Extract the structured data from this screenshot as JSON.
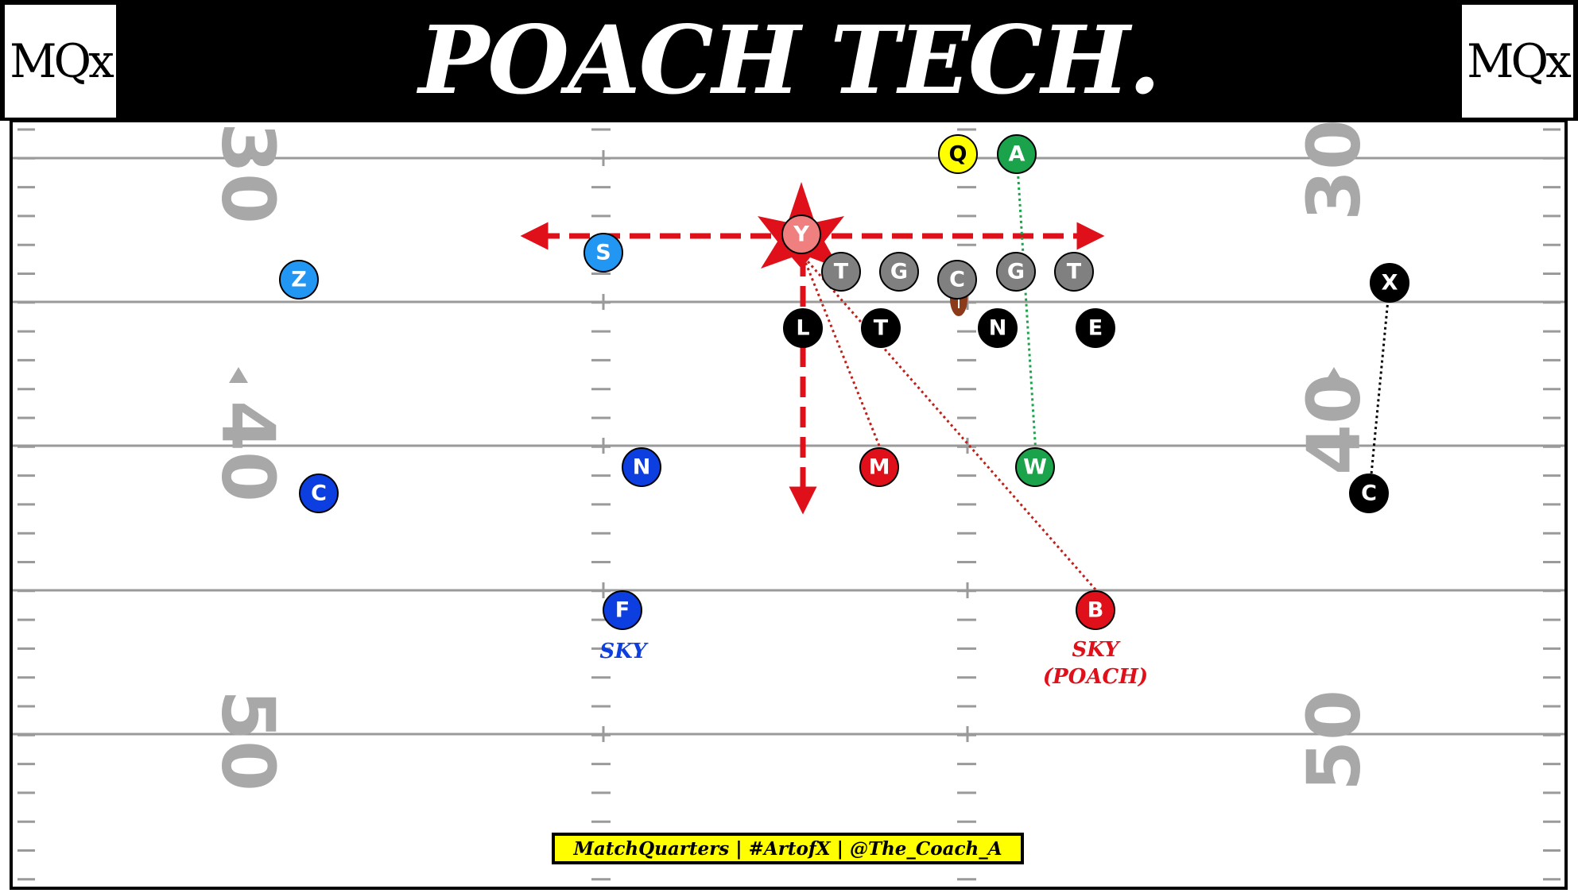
{
  "header": {
    "title": "POACH TECH.",
    "logo_left": "MQx",
    "logo_right": "MQx"
  },
  "field": {
    "yard_numbers": {
      "left": [
        "30",
        "40",
        "50"
      ],
      "right": [
        "30",
        "40",
        "50"
      ]
    }
  },
  "players": [
    {
      "id": "q",
      "label": "Q",
      "fill": "#ffff00",
      "text_color": "#000000"
    },
    {
      "id": "a",
      "label": "A",
      "fill": "#1aa34a",
      "text_color": "#ffffff"
    },
    {
      "id": "y",
      "label": "Y",
      "fill": "#f08080",
      "text_color": "#ffffff"
    },
    {
      "id": "s",
      "label": "S",
      "fill": "#2196f3",
      "text_color": "#ffffff"
    },
    {
      "id": "z",
      "label": "Z",
      "fill": "#2196f3",
      "text_color": "#ffffff"
    },
    {
      "id": "ol-t1",
      "label": "T",
      "fill": "#808080",
      "text_color": "#ffffff"
    },
    {
      "id": "ol-g1",
      "label": "G",
      "fill": "#808080",
      "text_color": "#ffffff"
    },
    {
      "id": "ol-c",
      "label": "C",
      "fill": "#808080",
      "text_color": "#ffffff"
    },
    {
      "id": "ol-g2",
      "label": "G",
      "fill": "#808080",
      "text_color": "#ffffff"
    },
    {
      "id": "ol-t2",
      "label": "T",
      "fill": "#808080",
      "text_color": "#ffffff"
    },
    {
      "id": "x",
      "label": "X",
      "fill": "#000000",
      "text_color": "#ffffff"
    },
    {
      "id": "dl-l",
      "label": "L",
      "fill": "#000000",
      "text_color": "#ffffff"
    },
    {
      "id": "dl-t",
      "label": "T",
      "fill": "#000000",
      "text_color": "#ffffff"
    },
    {
      "id": "dl-n",
      "label": "N",
      "fill": "#000000",
      "text_color": "#ffffff"
    },
    {
      "id": "dl-e",
      "label": "E",
      "fill": "#000000",
      "text_color": "#ffffff"
    },
    {
      "id": "n",
      "label": "N",
      "fill": "#0d3fe0",
      "text_color": "#ffffff"
    },
    {
      "id": "m",
      "label": "M",
      "fill": "#e0101a",
      "text_color": "#ffffff"
    },
    {
      "id": "w",
      "label": "W",
      "fill": "#1aa34a",
      "text_color": "#ffffff"
    },
    {
      "id": "c-left",
      "label": "C",
      "fill": "#0d3fe0",
      "text_color": "#ffffff"
    },
    {
      "id": "c-right",
      "label": "C",
      "fill": "#000000",
      "text_color": "#ffffff"
    },
    {
      "id": "f",
      "label": "F",
      "fill": "#0d3fe0",
      "text_color": "#ffffff"
    },
    {
      "id": "b",
      "label": "B",
      "fill": "#e0101a",
      "text_color": "#ffffff"
    }
  ],
  "annotations": {
    "sky_left": "SKY",
    "sky_right_line1": "SKY",
    "sky_right_line2": "(POACH)"
  },
  "colors": {
    "route_red": "#e0101a",
    "route_green": "#1aa34a",
    "route_black": "#000000",
    "sky_blue": "#0d3fe0",
    "yard_gray": "#a8a8a8",
    "line_gray": "#9a9a9a"
  },
  "footer": {
    "credit": "MatchQuarters | #ArtofX | @The_Coach_A"
  }
}
